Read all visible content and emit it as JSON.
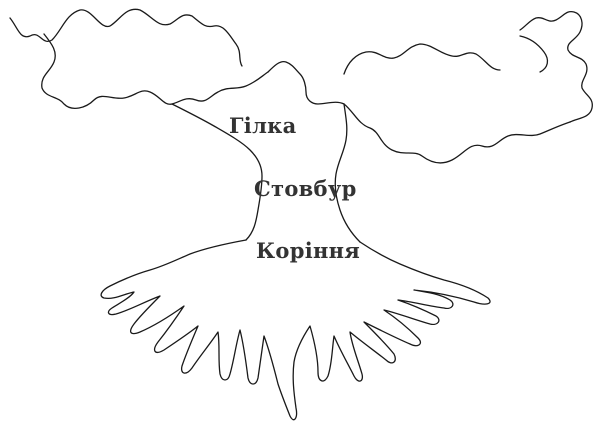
{
  "diagram": {
    "labels": {
      "branch": "Гілка",
      "trunk": "Стовбур",
      "roots": "Коріння"
    },
    "colors": {
      "outline": "#1a1a1a",
      "label_text": "#333333",
      "background": "#ffffff"
    }
  }
}
